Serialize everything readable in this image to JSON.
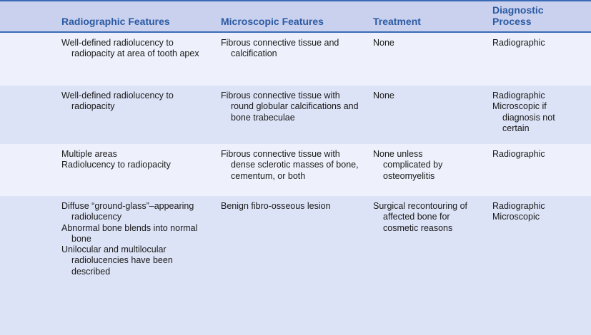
{
  "headers": [
    "Radiographic Features",
    "Microscopic Features",
    "Treatment",
    "Diagnostic Process"
  ],
  "rows": [
    {
      "radiographic": [
        "Well-defined radiolucency to radiopacity at area of tooth apex"
      ],
      "microscopic": [
        "Fibrous connective tissue and calcification"
      ],
      "treatment": [
        "None"
      ],
      "diagnostic": [
        "Radiographic"
      ]
    },
    {
      "radiographic": [
        "Well-defined radiolucency to radiopacity"
      ],
      "microscopic": [
        "Fibrous connective tissue with round globular calcifications and bone trabeculae"
      ],
      "treatment": [
        "None"
      ],
      "diagnostic": [
        "Radiographic",
        "Microscopic if diagnosis not certain"
      ]
    },
    {
      "radiographic": [
        "Multiple areas",
        "Radiolucency to radiopacity"
      ],
      "microscopic": [
        "Fibrous connective tissue with dense sclerotic masses of bone, cementum, or both"
      ],
      "treatment": [
        "None unless complicated by osteomyelitis"
      ],
      "diagnostic": [
        "Radiographic"
      ]
    },
    {
      "radiographic": [
        "Diffuse “ground-glass”–appearing radiolucency",
        "Abnormal bone blends into normal bone",
        "Unilocular and multilocular radiolucencies have been described"
      ],
      "microscopic": [
        "Benign fibro-osseous lesion"
      ],
      "treatment": [
        "Surgical recontouring of affected bone for cosmetic reasons"
      ],
      "diagnostic": [
        "Radiographic",
        "Microscopic"
      ]
    }
  ]
}
